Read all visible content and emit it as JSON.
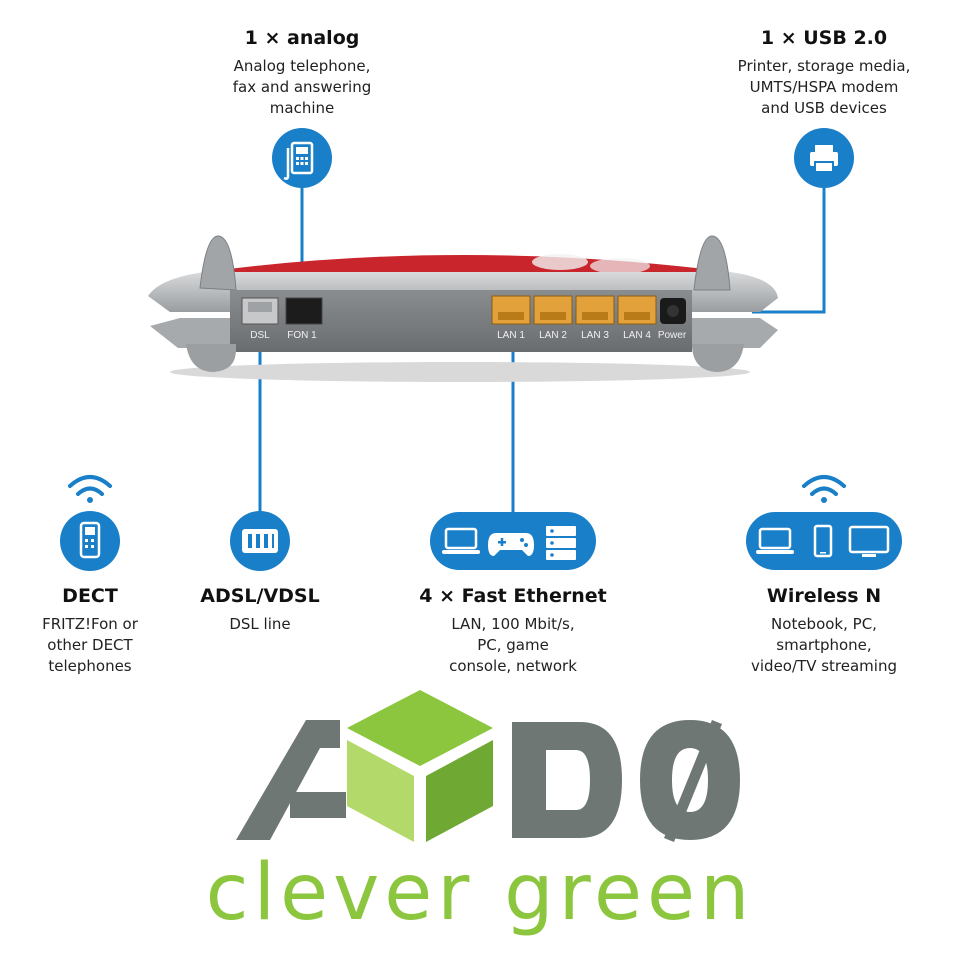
{
  "callouts": {
    "analog": {
      "title": "1 × analog",
      "lines": [
        "Analog telephone,",
        "fax and answering",
        "machine"
      ]
    },
    "usb": {
      "title": "1 × USB 2.0",
      "lines": [
        "Printer, storage media,",
        "UMTS/HSPA modem",
        "and USB devices"
      ]
    },
    "dect": {
      "title": "DECT",
      "lines": [
        "FRITZ!Fon or",
        "other DECT",
        "telephones"
      ]
    },
    "dsl": {
      "title": "ADSL/VDSL",
      "lines": [
        "DSL line"
      ]
    },
    "ethernet": {
      "title": "4 × Fast Ethernet",
      "lines": [
        "LAN, 100 Mbit/s,",
        "PC, game",
        "console, network"
      ]
    },
    "wireless": {
      "title": "Wireless N",
      "lines": [
        "Notebook, PC,",
        "smartphone,",
        "video/TV streaming"
      ]
    }
  },
  "router_ports": {
    "dsl": "DSL",
    "fon1": "FON 1",
    "lan1": "LAN 1",
    "lan2": "LAN 2",
    "lan3": "LAN 3",
    "lan4": "LAN 4",
    "power": "Power"
  },
  "logo": {
    "wordmark": "AYDO",
    "tagline": "clever green",
    "gray_color": "#6f7775",
    "green_color": "#8cc63f",
    "green_dark": "#6fa832",
    "green_light": "#b2d96a"
  },
  "colors": {
    "accent_blue": "#1a7fc9",
    "router_red": "#c9252c",
    "router_silver": "#b9bcbe",
    "router_panel": "#7d8083",
    "lan_orange": "#e2a13a"
  }
}
